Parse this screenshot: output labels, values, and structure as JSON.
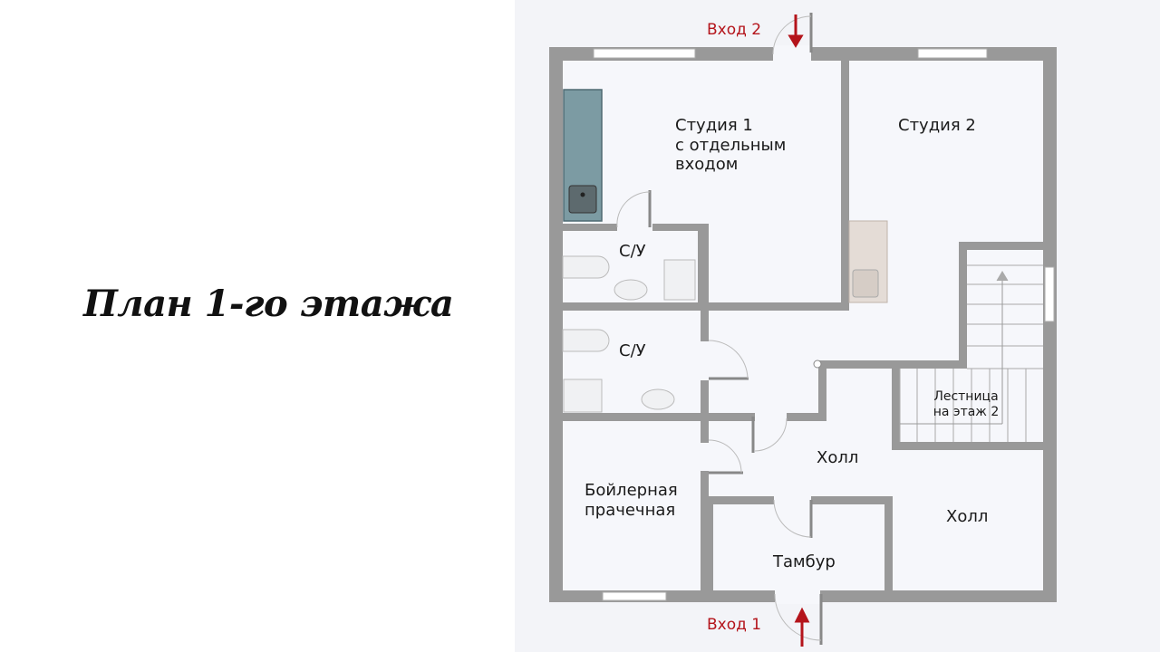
{
  "page": {
    "title": "План 1-го этажа"
  },
  "plan": {
    "rooms": {
      "studio1": "Студия 1\nс отдельным\nвходом",
      "studio2": "Студия 2",
      "bath1": "С/У",
      "bath2": "С/У",
      "boiler": "Бойлерная\nпрачечная",
      "hall_center": "Холл",
      "hall_right": "Холл",
      "vestibule": "Тамбур",
      "stairs": "Лестница\nна этаж 2"
    },
    "entrances": {
      "entrance2": "Вход 2",
      "entrance1": "Вход 1"
    },
    "colors": {
      "wall": "#999999",
      "floor": "#f6f7fb",
      "arrow": "#b4141b",
      "kitchen": "#7c9ba3",
      "counter": "#e4dcd6"
    }
  }
}
